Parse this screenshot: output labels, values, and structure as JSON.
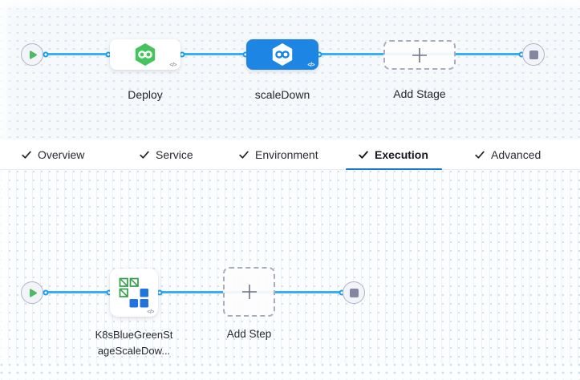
{
  "stage_pipeline": {
    "start": {
      "icon": "play-icon"
    },
    "end": {
      "icon": "stop-icon"
    },
    "stages": [
      {
        "label": "Deploy",
        "icon": "harness-cd-hexagon-icon",
        "state": "default",
        "code_badge": "</>"
      },
      {
        "label": "scaleDown",
        "icon": "harness-cd-hexagon-icon",
        "state": "selected",
        "code_badge": "</>"
      },
      {
        "label": "Add Stage",
        "icon": "plus-icon",
        "state": "placeholder"
      }
    ]
  },
  "tab_bar": {
    "tabs": [
      {
        "label": "Overview",
        "icon": "check-icon",
        "checked": true,
        "active": false
      },
      {
        "label": "Service",
        "icon": "check-icon",
        "checked": true,
        "active": false
      },
      {
        "label": "Environment",
        "icon": "check-icon",
        "checked": true,
        "active": false
      },
      {
        "label": "Execution",
        "icon": "check-icon",
        "checked": true,
        "active": true
      },
      {
        "label": "Advanced",
        "icon": "check-icon",
        "checked": true,
        "active": false
      }
    ]
  },
  "step_pipeline": {
    "start": {
      "icon": "play-icon"
    },
    "end": {
      "icon": "stop-icon"
    },
    "steps": [
      {
        "label_lines": [
          "K8sBlueGreenSt",
          "ageScaleDow..."
        ],
        "icon": "k8s-blue-green-icon",
        "code_badge": "</>"
      },
      {
        "label": "Add Step",
        "icon": "plus-icon",
        "state": "placeholder"
      }
    ]
  },
  "colors": {
    "connector_blue": "#38aef3",
    "selected_stage_blue": "#1d85e4",
    "harness_green": "#45c35c",
    "active_tab_underline": "#1a73cf",
    "k8s_icon_green": "#2f9e47",
    "k8s_icon_blue": "#2273dd",
    "canvas_top_bg": "#f5f9fc",
    "canvas_bottom_bg": "#fcfdff"
  }
}
